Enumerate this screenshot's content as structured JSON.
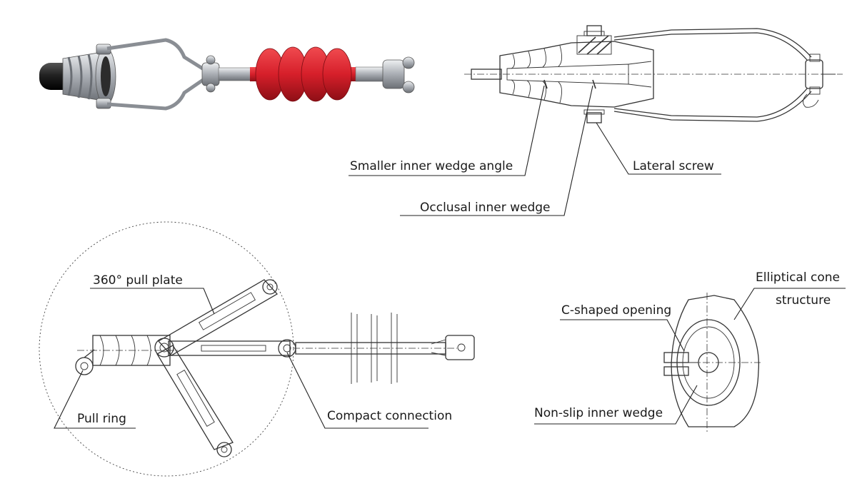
{
  "labels": {
    "smaller_inner_wedge_angle": "Smaller inner wedge angle",
    "lateral_screw": "Lateral screw",
    "occlusal_inner_wedge": "Occlusal inner wedge",
    "pull_plate_360": "360° pull plate",
    "pull_ring": "Pull ring",
    "compact_connection": "Compact connection",
    "c_shaped_opening": "C-shaped opening",
    "elliptical_cone_line1": "Elliptical cone",
    "elliptical_cone_line2": "structure",
    "non_slip_inner_wedge": "Non-slip inner wedge"
  },
  "colors": {
    "insulator_red": "#d8202c",
    "metal_silver": "#b8bcc2",
    "rubber_black": "#1e1e1e",
    "line": "#333333"
  }
}
